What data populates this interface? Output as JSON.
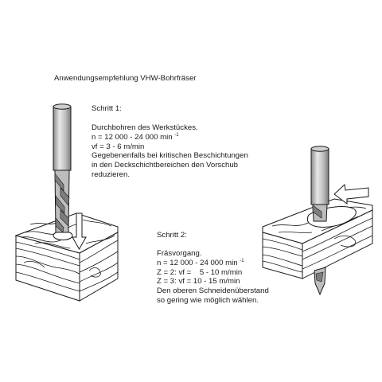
{
  "title": "Anwendungsempfehlung VHW-Bohrfräser",
  "step1": {
    "heading": "Schritt 1:",
    "line1": "Durchbohren des Werkstückes.",
    "speed_text": "n = 12 000 - 24 000 min",
    "speed_exp": "-1",
    "feed": "vf = 3 - 6 m/min",
    "note1": "Gegebenenfalls bei kritischen Beschichtungen",
    "note2": "in den Deckschichtbereichen den Vorschub",
    "note3": "reduzieren."
  },
  "step2": {
    "heading": "Schritt 2:",
    "line1": "Fräsvorgang.",
    "speed_text": "n = 12 000 - 24 000 min",
    "speed_exp": "-1",
    "z2": "Z = 2: vf =    5 - 10 m/min",
    "z3": "Z = 3: vf = 10 - 15 m/min",
    "note1": "Den oberen Schneidenüberstand",
    "note2": "so gering wie möglich wählen."
  },
  "colors": {
    "line": "#1a1a1a",
    "tool_shade": "#9a9a9a",
    "tool_light": "#e6e6e6",
    "wood": "#ffffff"
  },
  "icons": {
    "feed_arrow_down": "arrow-down-icon",
    "feed_arrow_left": "arrow-left-icon"
  }
}
